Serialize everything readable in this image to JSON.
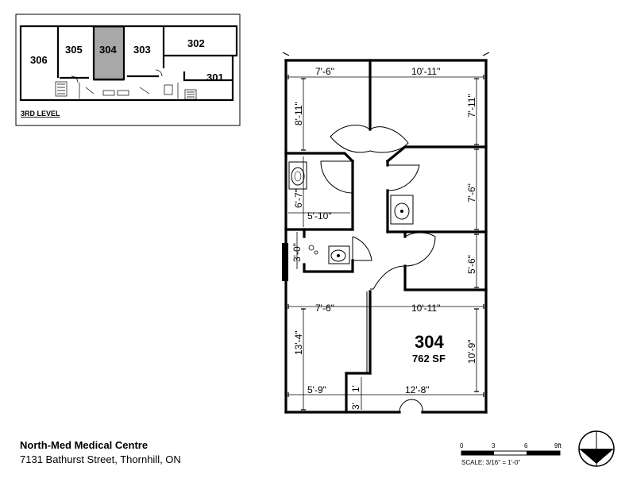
{
  "key_plan": {
    "level_label": "3RD LEVEL",
    "units": [
      "306",
      "305",
      "304",
      "303",
      "302",
      "301"
    ],
    "highlighted_unit": "304",
    "highlight_color": "#a8a8a8"
  },
  "unit": {
    "number": "304",
    "area": "762 SF"
  },
  "dimensions": {
    "top_left_width": "7'-6\"",
    "top_right_width": "10'-11\"",
    "top_left_depth": "8'-11\"",
    "top_right_depth": "7'-11\"",
    "right_mid_depth": "7'-6\"",
    "right_lower_depth": "5'-6\"",
    "washroom_depth": "6'-7\"",
    "washroom_width": "5'-10\"",
    "closet_depth": "3'-0\"",
    "bottom_left_width": "7'-6\"",
    "bottom_right_width": "10'-11\"",
    "bottom_left_depth": "13'-4\"",
    "bottom_right_depth": "10'-9\"",
    "reception_width": "5'-9\"",
    "small_width": "1'",
    "small_depth": "3'",
    "entry_width": "12'-8\""
  },
  "footer": {
    "company": "North-Med Medical Centre",
    "address": "7131 Bathurst Street, Thornhill, ON"
  },
  "scale": {
    "ticks": [
      "0",
      "3",
      "6",
      "9ft"
    ],
    "label": "SCALE: 3/16\" = 1'-0\""
  },
  "north_arrow": "north-arrow-icon"
}
